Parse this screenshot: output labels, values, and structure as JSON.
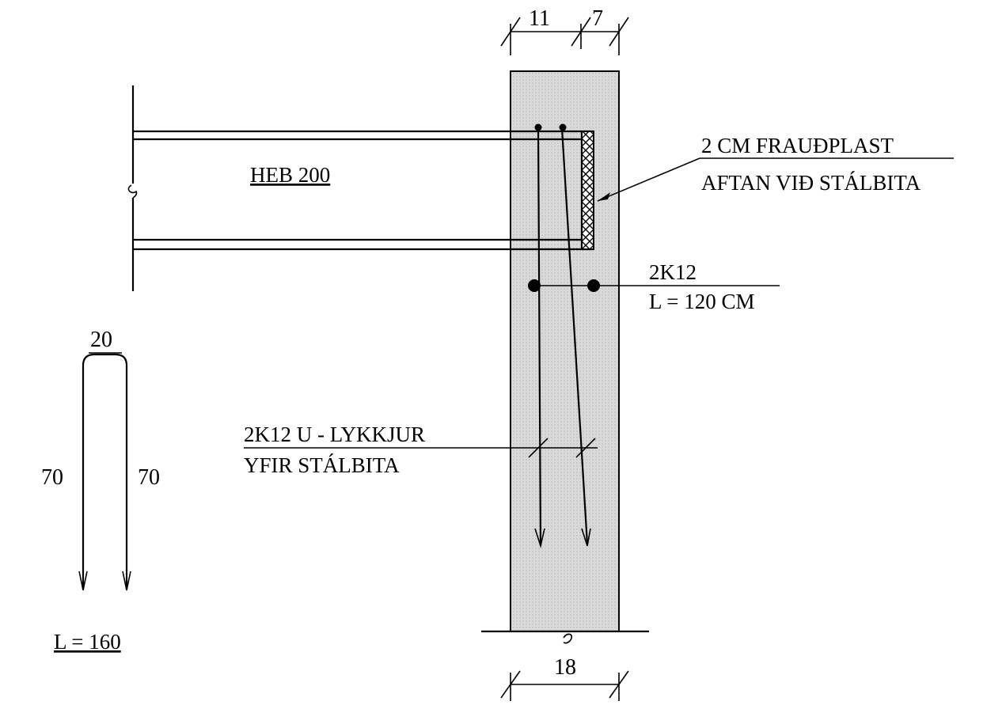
{
  "dimensions": {
    "top_left": "11",
    "top_right": "7",
    "bottom": "18"
  },
  "beam": {
    "label": "HEB 200"
  },
  "foam_note": {
    "line1": "2 CM FRAUÐPLAST",
    "line2": "AFTAN VIÐ STÁLBITA"
  },
  "bars_note": {
    "line1": "2K12",
    "line2": "L = 120 CM"
  },
  "loops_note": {
    "line1": "2K12 U - LYKKJUR",
    "line2": "YFIR STÁLBITA"
  },
  "bending_shape": {
    "top": "20",
    "left_leg": "70",
    "right_leg": "70",
    "length": "L = 160"
  },
  "colors": {
    "concrete_fill": "#d9d9d9",
    "line": "#000000"
  }
}
